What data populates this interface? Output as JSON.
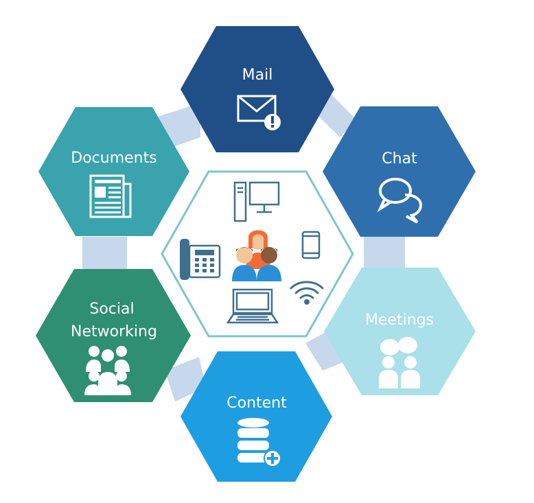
{
  "colors": {
    "mail": "#1f4f86",
    "chat": "#2f6fae",
    "meetings": "#a9e0ea",
    "content": "#1e9ee0",
    "social": "#2f8f72",
    "documents": "#3aa3ad",
    "connector": "#c7d8ec",
    "hub_border": "#7ec4cf",
    "hub_icon": "#3f6f8f"
  },
  "segments": {
    "mail": {
      "label": "Mail",
      "icon": "mail-alert-icon"
    },
    "chat": {
      "label": "Chat",
      "icon": "chat-bubbles-icon"
    },
    "meetings": {
      "label": "Meetings",
      "icon": "meeting-people-icon"
    },
    "content": {
      "label": "Content",
      "icon": "database-add-icon"
    },
    "social": {
      "label_line1": "Social",
      "label_line2": "Networking",
      "icon": "group-icon"
    },
    "documents": {
      "label": "Documents",
      "icon": "newspaper-icon"
    }
  },
  "hub": {
    "icons": [
      "desktop-computer-icon",
      "desk-phone-icon",
      "users-icon",
      "mobile-phone-icon",
      "laptop-icon",
      "wifi-icon"
    ]
  }
}
